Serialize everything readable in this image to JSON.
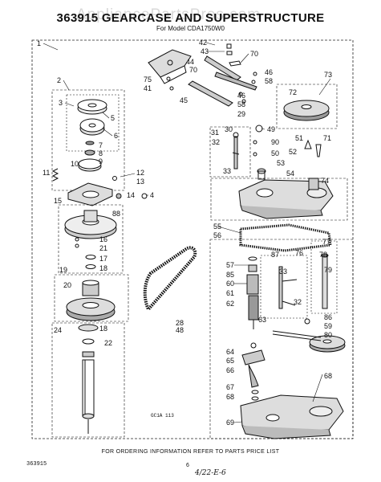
{
  "header": {
    "watermark": "AppliancePartsPros.com",
    "title": "363915 GEARCASE AND SUPERSTRUCTURE",
    "subtitle": "For Model CDA1750W0"
  },
  "footer": {
    "order_note": "FOR ORDERING INFORMATION REFER TO PARTS PRICE LIST",
    "doc_code": "363915",
    "page_number": "6",
    "handwritten_date": "4/22-E-6",
    "figure_code": "GC1A 113"
  },
  "callouts": {
    "c1": "1",
    "c2": "2",
    "c3": "3",
    "c4": "4",
    "c5": "5",
    "c6": "6",
    "c7": "7",
    "c8": "8",
    "c9": "9",
    "c10": "10",
    "c11": "11",
    "c12": "12",
    "c13": "13",
    "c14": "14",
    "c15": "15",
    "c16": "16",
    "c17": "17",
    "c18": "18",
    "c18b": "18",
    "c19": "19",
    "c20": "20",
    "c21": "21",
    "c22": "22",
    "c24": "24",
    "c28": "28",
    "c29": "29",
    "c30": "30",
    "c31": "31",
    "c32": "32",
    "c32b": "32",
    "c33": "33",
    "c33b": "33",
    "c41": "41",
    "c42": "42",
    "c43": "43",
    "c44": "44",
    "c45": "45",
    "c46": "46",
    "c46b": "46",
    "c48": "48",
    "c49": "49",
    "c50": "50",
    "c51": "51",
    "c52": "52",
    "c53": "53",
    "c54": "54",
    "c55": "55",
    "c56": "56",
    "c57": "57",
    "c58": "58",
    "c58b": "58",
    "c59": "59",
    "c60": "60",
    "c61": "61",
    "c62": "62",
    "c63": "63",
    "c64": "64",
    "c65": "65",
    "c66": "66",
    "c67": "67",
    "c68": "68",
    "c68b": "68",
    "c69": "69",
    "c70": "70",
    "c70b": "70",
    "c71": "71",
    "c72": "72",
    "c73": "73",
    "c74": "74",
    "c75": "75",
    "c76": "76",
    "c77": "77",
    "c78": "78",
    "c79": "79",
    "c80": "80",
    "c85": "85",
    "c86": "86",
    "c87": "87",
    "c88": "88",
    "c90": "90"
  }
}
